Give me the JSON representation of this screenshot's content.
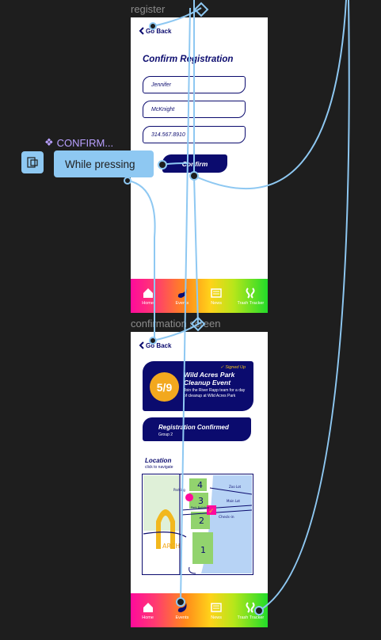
{
  "frames": {
    "register_label": "register",
    "confirmation_label": "confirmation screen"
  },
  "component": {
    "label": "CONFIRM...",
    "trigger_label": "While pressing"
  },
  "register": {
    "back_label": "Go Back",
    "title": "Confirm Registration",
    "fields": [
      {
        "value": "Jennifer"
      },
      {
        "value": "McKnight"
      },
      {
        "value": "314.567.8910"
      }
    ],
    "confirm_label": "Confirm"
  },
  "confirmation": {
    "back_label": "Go Back",
    "event": {
      "date": "5/9",
      "status": "Signed Up",
      "title": "Wild Acres Park Cleanup Event",
      "description": "Join the River Rapp team for a day of cleanup at Wild Acres Park"
    },
    "registration": {
      "title": "Registration Confirmed",
      "group": "Group 2"
    },
    "location": {
      "title": "Location",
      "hint": "click to navigate",
      "map_labels": {
        "zone_1": "1",
        "zone_2": "2",
        "zone_3": "3",
        "zone_4": "4",
        "check_in": "Check-in",
        "arch": "ARCH",
        "parking": "Parking",
        "park_building": "Park Building",
        "zoo": "Zoo Lot",
        "main_lot": "Main Lot"
      }
    }
  },
  "tabbar": {
    "items": [
      {
        "label": "Home",
        "icon": "home-icon"
      },
      {
        "label": "Events",
        "icon": "events-icon"
      },
      {
        "label": "News",
        "icon": "news-icon"
      },
      {
        "label": "Trash Tracker",
        "icon": "trash-tracker-icon"
      }
    ]
  },
  "colors": {
    "canvas": "#1e1e1e",
    "navy": "#0b0b6e",
    "accent_orange": "#f2a81e",
    "prototype_blue": "#8ec8f2",
    "component_purple": "#b9a0ff"
  }
}
